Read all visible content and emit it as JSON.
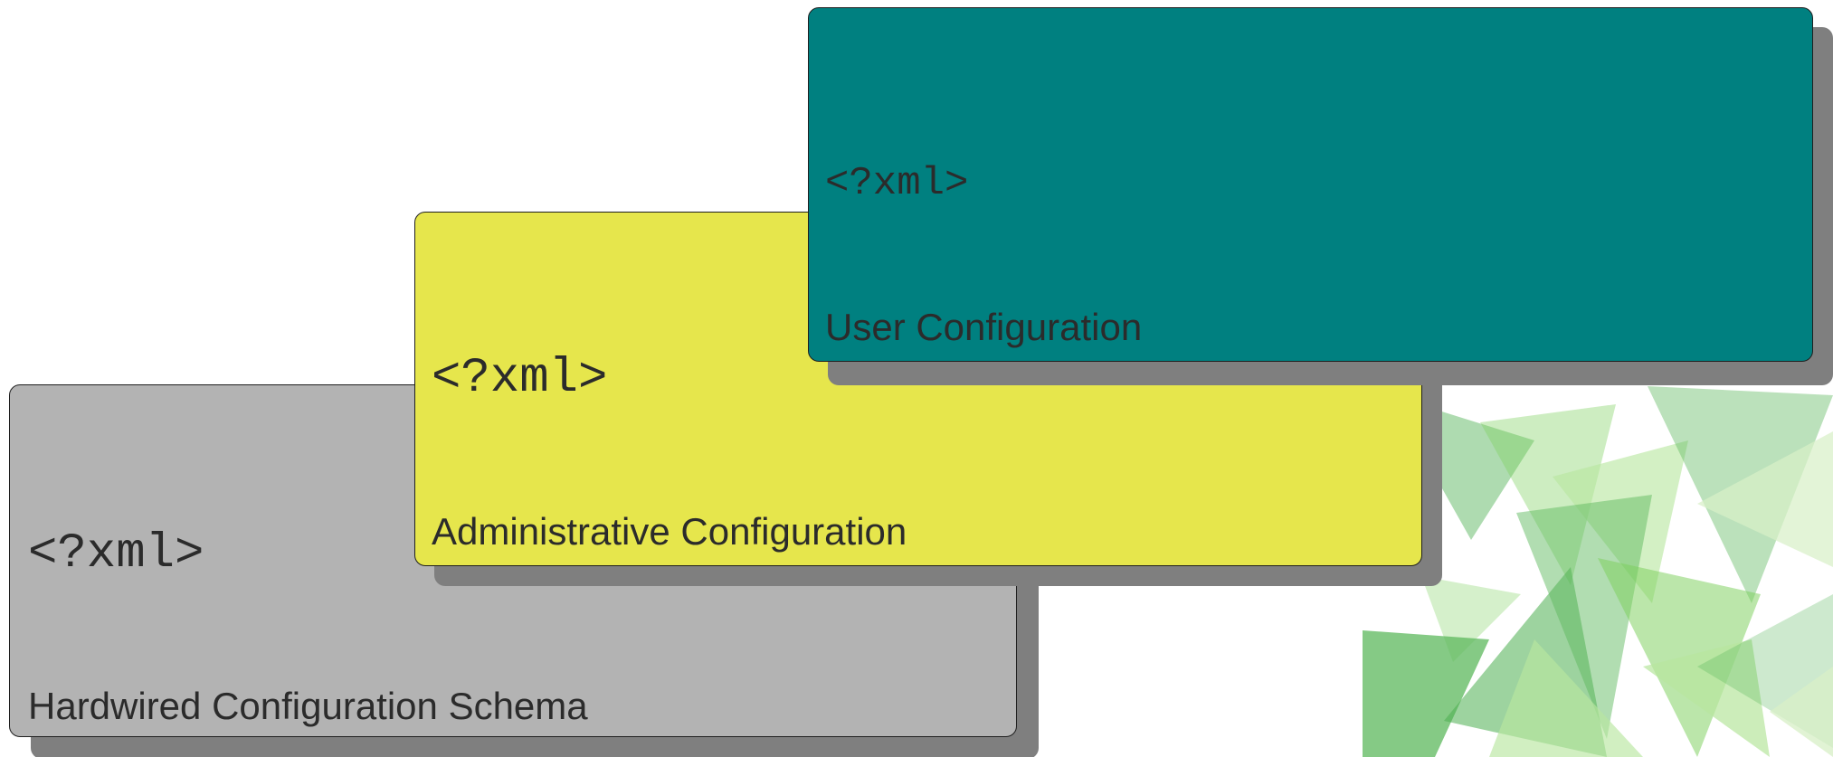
{
  "diagram": {
    "cards": [
      {
        "xml_tag": "<?xml>",
        "label": "Hardwired Configuration Schema",
        "color": "#b3b3b3"
      },
      {
        "xml_tag": "<?xml>",
        "label": "Administrative Configuration",
        "color": "#e6e64c"
      },
      {
        "xml_tag": "<?xml>",
        "label": "User Configuration",
        "color": "#008080"
      }
    ],
    "decoration": {
      "colors": [
        "#5cb85c",
        "#7ccf5c",
        "#b8e6a0",
        "#d8f0c8",
        "#4caf50"
      ],
      "icon": "green-triangles-pattern"
    }
  }
}
